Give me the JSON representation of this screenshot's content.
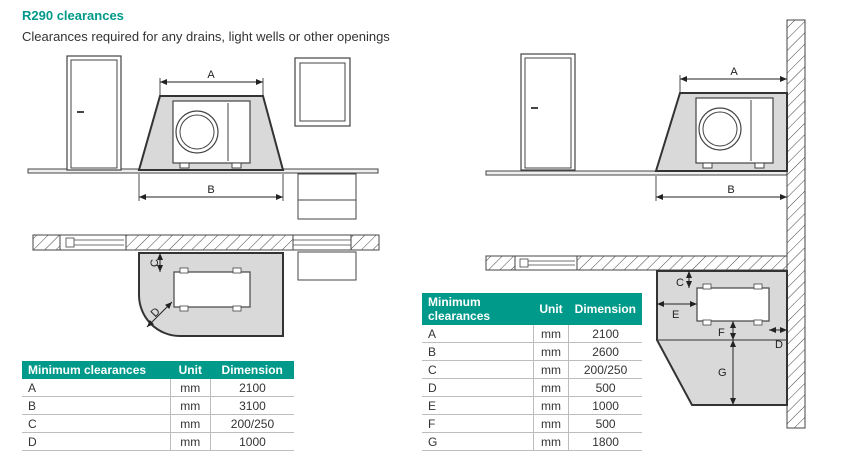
{
  "title": "R290 clearances",
  "subtitle": "Clearances required for any drains, light wells or other openings",
  "labels": {
    "A": "A",
    "B": "B",
    "C": "C",
    "D": "D",
    "E": "E",
    "F": "F",
    "G": "G"
  },
  "table1": {
    "headers": [
      "Minimum clearances",
      "Unit",
      "Dimension"
    ],
    "rows": [
      [
        "A",
        "mm",
        "2100"
      ],
      [
        "B",
        "mm",
        "3100"
      ],
      [
        "C",
        "mm",
        "200/250"
      ],
      [
        "D",
        "mm",
        "1000"
      ]
    ]
  },
  "table2": {
    "headers": [
      "Minimum clearances",
      "Unit",
      "Dimension"
    ],
    "rows": [
      [
        "A",
        "mm",
        "2100"
      ],
      [
        "B",
        "mm",
        "2600"
      ],
      [
        "C",
        "mm",
        "200/250"
      ],
      [
        "D",
        "mm",
        "500"
      ],
      [
        "E",
        "mm",
        "1000"
      ],
      [
        "F",
        "mm",
        "500"
      ],
      [
        "G",
        "mm",
        "1800"
      ]
    ]
  }
}
